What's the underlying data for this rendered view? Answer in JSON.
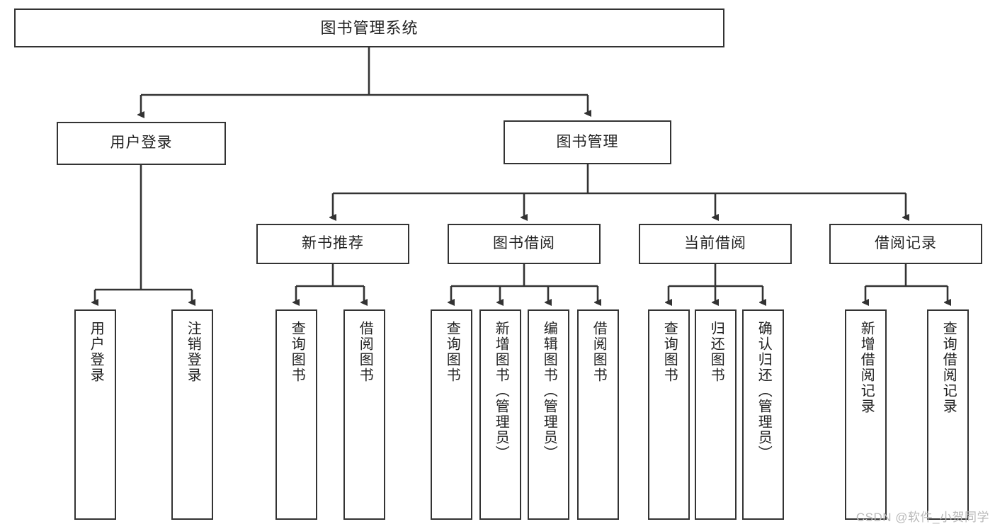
{
  "diagram": {
    "title": "图书管理系统",
    "watermark": "CSDN @软件_小贺同学",
    "type": "tree-hierarchy-diagram",
    "colors": {
      "background": "#ffffff",
      "box_border": "#333333",
      "box_fill": "#ffffff",
      "edge": "#333333",
      "text": "#222222",
      "watermark": "#b9b9b9"
    },
    "root": {
      "label": "图书管理系统"
    },
    "level1": [
      {
        "label": "用户登录"
      },
      {
        "label": "图书管理"
      }
    ],
    "level2": [
      {
        "label": "新书推荐"
      },
      {
        "label": "图书借阅"
      },
      {
        "label": "当前借阅"
      },
      {
        "label": "借阅记录"
      }
    ],
    "leaves": {
      "user_login": [
        {
          "label": "用户登录"
        },
        {
          "label": "注销登录"
        }
      ],
      "new_book_recommend": [
        {
          "label": "查询图书"
        },
        {
          "label": "借阅图书"
        }
      ],
      "book_borrow": [
        {
          "label": "查询图书"
        },
        {
          "label": "新增图书（管理员）"
        },
        {
          "label": "编辑图书（管理员）"
        },
        {
          "label": "借阅图书"
        }
      ],
      "current_borrow": [
        {
          "label": "查询图书"
        },
        {
          "label": "归还图书"
        },
        {
          "label": "确认归还（管理员）"
        }
      ],
      "borrow_record": [
        {
          "label": "新增借阅记录"
        },
        {
          "label": "查询借阅记录"
        }
      ]
    }
  }
}
